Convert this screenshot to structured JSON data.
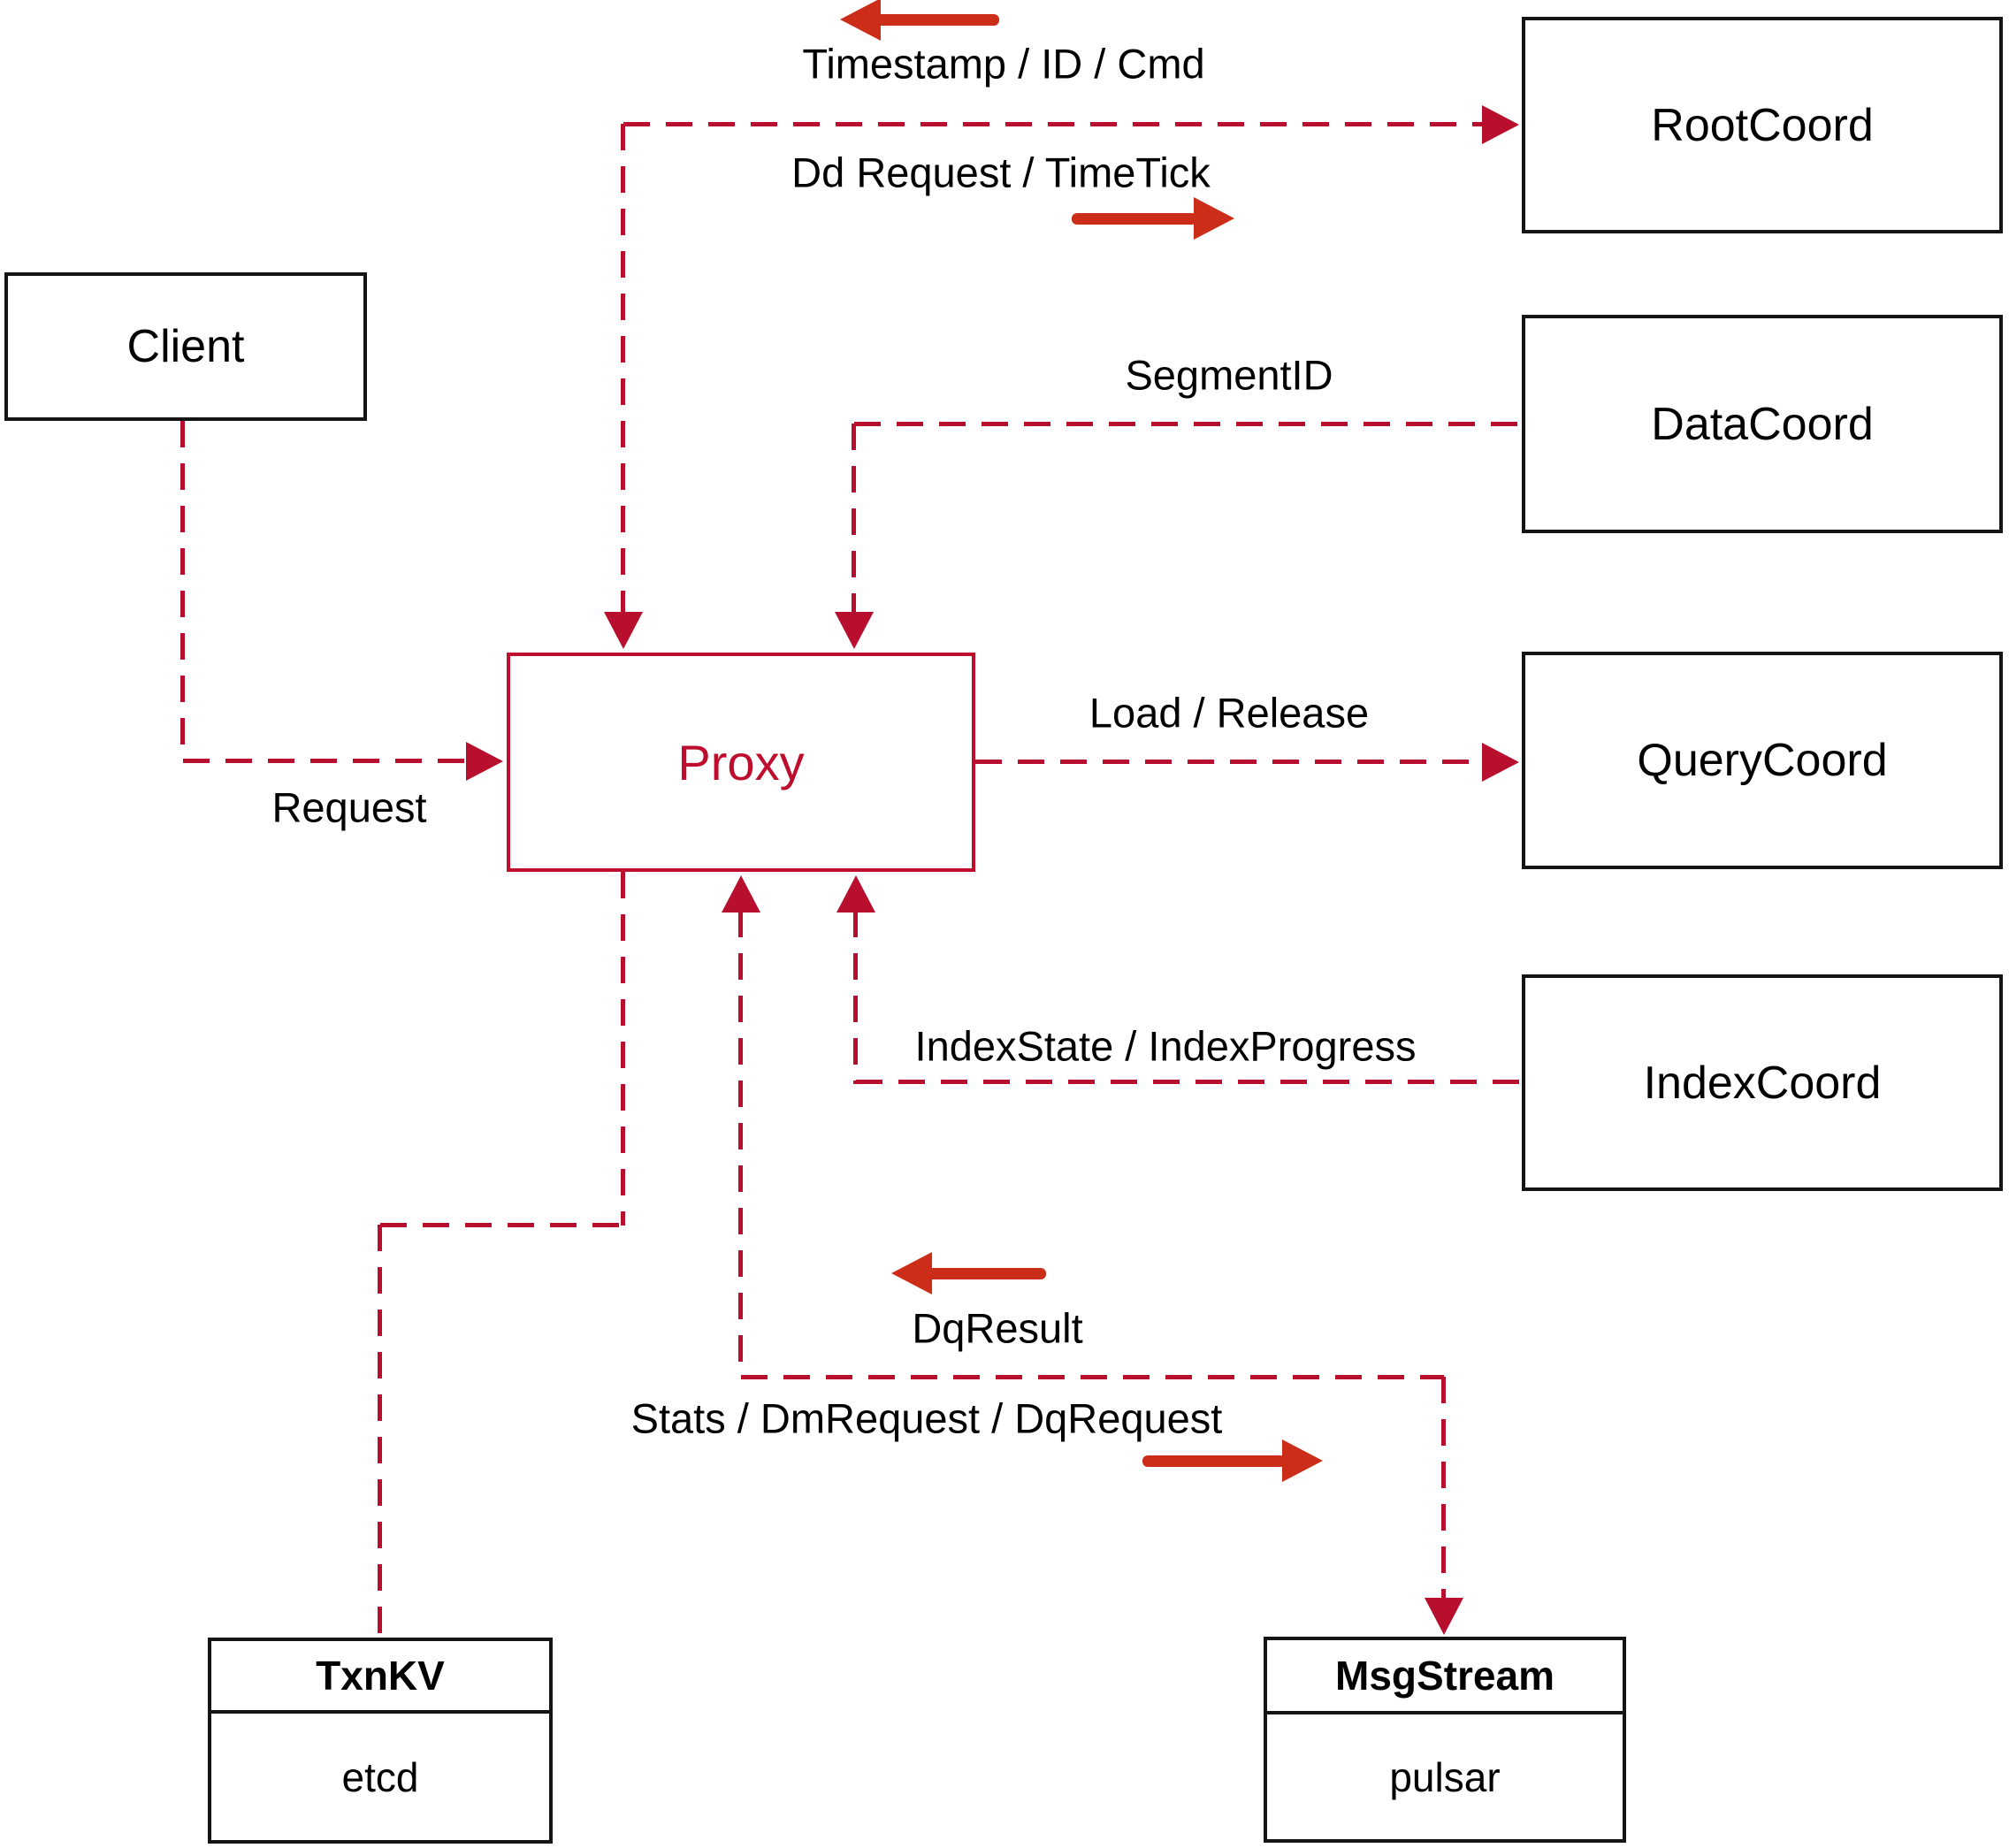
{
  "diagram": {
    "nodes": {
      "client": "Client",
      "proxy": "Proxy",
      "root_coord": "RootCoord",
      "data_coord": "DataCoord",
      "query_coord": "QueryCoord",
      "index_coord": "IndexCoord"
    },
    "stores": {
      "txnkv": {
        "title": "TxnKV",
        "subtitle": "etcd"
      },
      "msgstream": {
        "title": "MsgStream",
        "subtitle": "pulsar"
      }
    },
    "edge_labels": {
      "timestamp": "Timestamp / ID / Cmd",
      "dd_request": "Dd Request / TimeTick",
      "segment_id": "SegmentID",
      "request": "Request",
      "load_release": "Load / Release",
      "index_state": "IndexState / IndexProgress",
      "dq_result": "DqResult",
      "stats": "Stats / DmRequest / DqRequest"
    },
    "colors": {
      "dashed_line": "#b90f2f",
      "solid_arrow": "#cc2d18",
      "box_border": "#141414",
      "proxy_accent": "#bf0d2e"
    }
  }
}
